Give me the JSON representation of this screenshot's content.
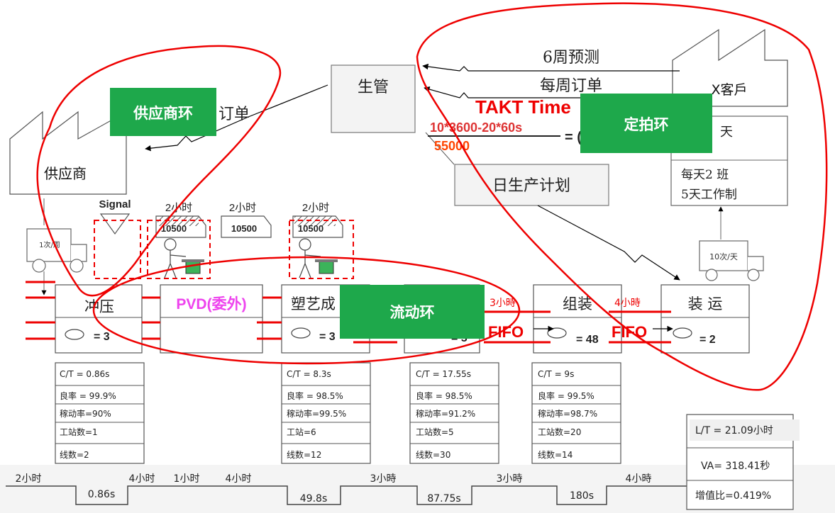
{
  "supplier": {
    "label": "供应商",
    "order_label": "订单",
    "truck_label": "1次/周"
  },
  "control": {
    "label": "生管",
    "forecast_label": "6周预测",
    "weekly_order_label": "每周订单",
    "schedule_label": "日生产计划"
  },
  "customer": {
    "label": "X客戶",
    "demand_fragment": "天",
    "shift_label": "每天2 班",
    "workdays_label": "5天工作制",
    "truck_label": "10次/天"
  },
  "takt": {
    "title": "TAKT Time",
    "numerator": "10*3600-20*60s",
    "denominator": "55000",
    "equals": "= ("
  },
  "loops": {
    "supplier_loop": "供应商环",
    "pacemaker_loop": "定拍环",
    "flow_loop": "流动环"
  },
  "signal_label": "Signal",
  "inventories": [
    {
      "time": "2小时",
      "qty": "10500"
    },
    {
      "time": "2小时",
      "qty": "10500"
    },
    {
      "time": "2小时",
      "qty": "10500"
    }
  ],
  "processes": [
    {
      "name": "冲压",
      "operators": "= 3"
    },
    {
      "name": "PVD(委外)",
      "operators": ""
    },
    {
      "name": "塑艺成",
      "operators": "= 3"
    },
    {
      "name": "",
      "operators": "= 5"
    },
    {
      "name": "组装",
      "operators": "= 48"
    },
    {
      "name": "装 运",
      "operators": "= 2"
    }
  ],
  "fifo_lanes": [
    {
      "label": "FIFO",
      "time": "3小時"
    },
    {
      "label": "FIFO",
      "time": "4小時"
    }
  ],
  "data_boxes": [
    {
      "ct": "C/T = 0.86s",
      "yield": "良率 = 99.9%",
      "uptime": "稼动率=90%",
      "stations": "工站数=1",
      "lines": "线数=2"
    },
    {
      "ct": "C/T = 8.3s",
      "yield": "良率 = 98.5%",
      "uptime": "稼动率=99.5%",
      "stations": "工站=6",
      "lines": "线数=12"
    },
    {
      "ct": "C/T = 17.55s",
      "yield": "良率 = 98.5%",
      "uptime": "稼动率=91.2%",
      "stations": "工站数=5",
      "lines": "线数=30"
    },
    {
      "ct": "C/T = 9s",
      "yield": "良率 = 99.5%",
      "uptime": "稼动率=98.7%",
      "stations": "工站数=20",
      "lines": "线数=14"
    }
  ],
  "timeline": {
    "waits": [
      "2小时",
      "4小时",
      "1小时",
      "4小时",
      "3小時",
      "3小時",
      "4小時"
    ],
    "process_times": [
      "0.86s",
      "49.8s",
      "87.75s",
      "180s"
    ]
  },
  "summary": {
    "lead_time": "L/T = 21.09小时",
    "value_added": "VA= 318.41秒",
    "va_ratio": "增值比=0.419%"
  }
}
